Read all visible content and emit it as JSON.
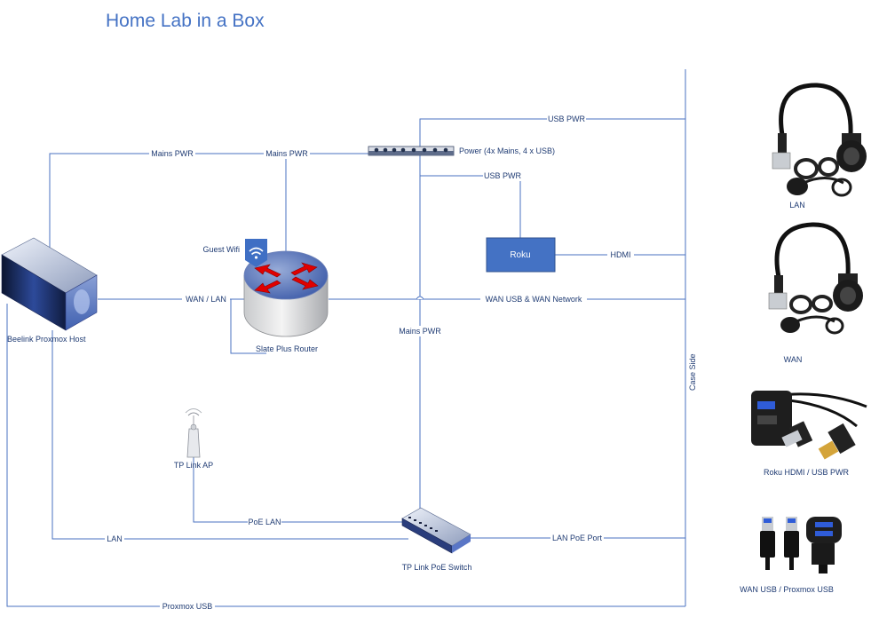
{
  "title": "Home Lab in a Box",
  "devices": {
    "host": "Beelink Proxmox Host",
    "router": "Slate Plus Router",
    "guest_wifi": "Guest Wifi",
    "power_strip": "Power (4x Mains, 4 x USB)",
    "roku": "Roku",
    "ap": "TP Link AP",
    "switch": "TP Link PoE Switch",
    "case_side": "Case Side"
  },
  "links": {
    "mains_pwr_host": "Mains PWR",
    "mains_pwr_router": "Mains PWR",
    "mains_pwr_switch": "Mains PWR",
    "usb_pwr_top": "USB PWR",
    "usb_pwr_roku": "USB PWR",
    "hdmi": "HDMI",
    "wan_lan": "WAN / LAN",
    "wan_usb_network": "WAN USB & WAN Network",
    "poe_lan": "PoE LAN",
    "lan": "LAN",
    "lan_poe_port": "LAN PoE Port",
    "proxmox_usb": "Proxmox USB"
  },
  "ports": {
    "lan": "LAN",
    "wan": "WAN",
    "roku_hdmi_usb": "Roku HDMI / USB PWR",
    "wan_usb_proxmox": "WAN USB / Proxmox USB"
  },
  "colors": {
    "wire": "#4a72c0",
    "title": "#4472c4",
    "roku_box": "#4472c4",
    "arrows": "#e00000"
  }
}
